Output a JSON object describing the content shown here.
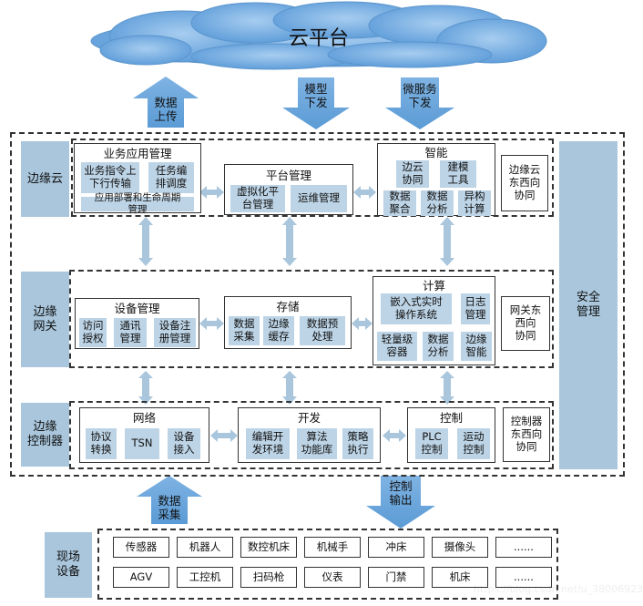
{
  "cloud": {
    "label": "云平台"
  },
  "top_arrows": {
    "upload": "数据\n上传",
    "model": "模型\n下发",
    "micro": "微服务\n下发"
  },
  "security": "安全\n管理",
  "layers": {
    "edge_cloud": {
      "label": "边缘云",
      "business": {
        "title": "业务应用管理",
        "items": [
          "业务指令上\n下行传输",
          "任务编\n排调度",
          "应用部署和生命周期\n管理"
        ]
      },
      "platform": {
        "title": "平台管理",
        "items": [
          "虚拟化平\n台管理",
          "运维管理"
        ]
      },
      "intel": {
        "title": "智能",
        "items": [
          "边云\n协同",
          "建模\n工具",
          "数据\n聚合",
          "数据\n分析",
          "异构\n计算"
        ]
      },
      "ew": "边缘云\n东西向\n协同"
    },
    "edge_gateway": {
      "label": "边缘\n网关",
      "device": {
        "title": "设备管理",
        "items": [
          "访问\n授权",
          "通讯\n管理",
          "设备注\n册管理"
        ]
      },
      "storage": {
        "title": "存储",
        "items": [
          "数据\n采集",
          "边缘\n缓存",
          "数据预\n处理"
        ]
      },
      "compute": {
        "title": "计算",
        "items": [
          "嵌入式实时\n操作系统",
          "日志\n管理",
          "轻量级\n容器",
          "数据\n分析",
          "边缘\n智能"
        ]
      },
      "ew": "网关东\n西向\n协同"
    },
    "edge_controller": {
      "label": "边缘\n控制器",
      "network": {
        "title": "网络",
        "items": [
          "协议\n转换",
          "TSN",
          "设备\n接入"
        ]
      },
      "develop": {
        "title": "开发",
        "items": [
          "编辑开\n发环境",
          "算法\n功能库",
          "策略\n执行"
        ]
      },
      "control": {
        "title": "控制",
        "items": [
          "PLC\n控制",
          "运动\n控制"
        ]
      },
      "ew": "控制器\n东西向\n协同"
    }
  },
  "bottom_arrows": {
    "collect": "数据\n采集",
    "output": "控制\n输出"
  },
  "field": {
    "label": "现场\n设备",
    "row1": [
      "传感器",
      "机器人",
      "数控机床",
      "机械手",
      "冲床",
      "摄像头",
      "......"
    ],
    "row2": [
      "AGV",
      "工控机",
      "扫码枪",
      "仪表",
      "门禁",
      "机床",
      "......"
    ]
  },
  "watermark": "https://blog.csdn.net/u_38006923",
  "colors": {
    "accent_blue": "#a9c6dc",
    "arrow_blue": "#6fa8dc",
    "cloud_blue": "#6aa6dc"
  }
}
